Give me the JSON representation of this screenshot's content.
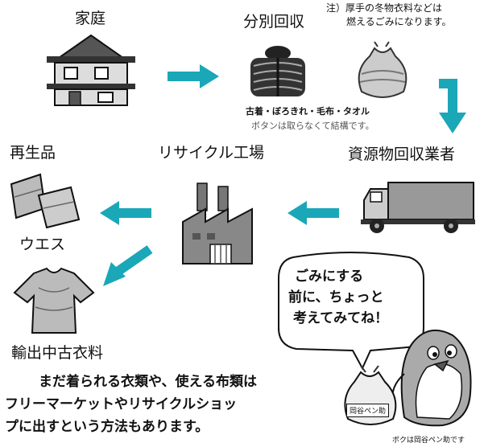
{
  "nodes": {
    "home": "家庭",
    "sorting": "分別回収",
    "collector": "資源物回収業者",
    "factory": "リサイクル工場",
    "recycled": "再生品",
    "rags": "ウエス",
    "export": "輸出中古衣料"
  },
  "note": {
    "line1": "注）厚手の冬物衣料などは",
    "line2": "燃えるごみになります。"
  },
  "sorting_caption": {
    "line1": "古着・ぼろきれ・毛布・タオル",
    "line2": "ボタンは取らなくて結構です。"
  },
  "message": {
    "line1": "まだ着られる衣類や、使える布類は",
    "line2": "フリーマーケットやリサイクルショッ",
    "line3": "プに出すという方法もあります。"
  },
  "speech_bubble": {
    "line1": "ごみにする",
    "line2": "前に、ちょっと",
    "line3": "考えてみてね！"
  },
  "mascot": {
    "bag_label": "岡谷ペン助",
    "caption": "ボクは岡谷ペン助です"
  },
  "colors": {
    "arrow": "#1aa7b8",
    "gray": "#888888",
    "dark": "#222222"
  }
}
